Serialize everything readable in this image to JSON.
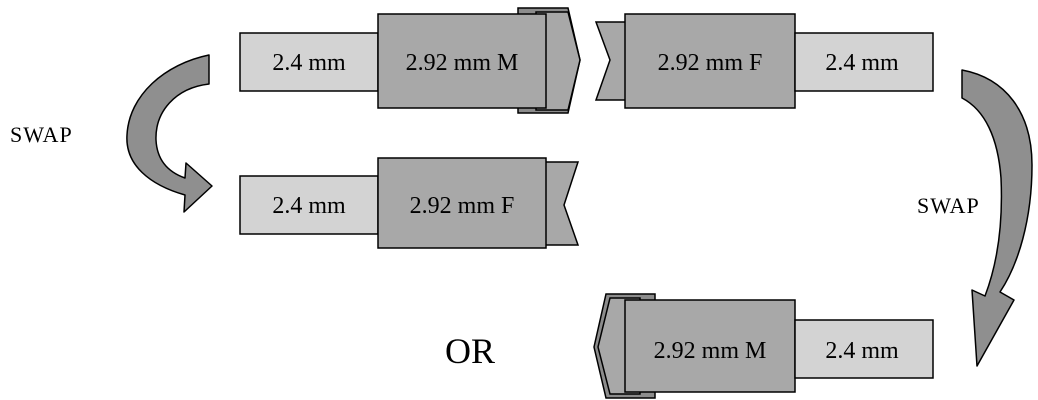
{
  "diagram": {
    "top_left": {
      "body_label": "2.92 mm M",
      "tail_label": "2.4 mm"
    },
    "top_right": {
      "body_label": "2.92 mm F",
      "tail_label": "2.4 mm"
    },
    "middle_left": {
      "body_label": "2.92 mm F",
      "tail_label": "2.4 mm"
    },
    "bottom_right": {
      "body_label": "2.92 mm M",
      "tail_label": "2.4 mm"
    },
    "swap_left_label": "SWAP",
    "swap_right_label": "SWAP",
    "or_label": "OR"
  },
  "colors": {
    "light_fill": "#d3d3d3",
    "dark_fill": "#a8a8a8",
    "arrow_fill": "#8f8f8f"
  }
}
